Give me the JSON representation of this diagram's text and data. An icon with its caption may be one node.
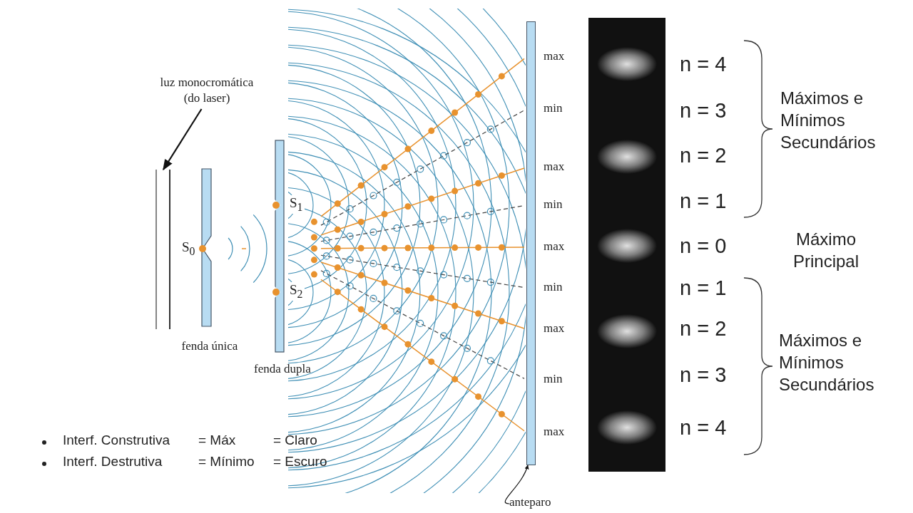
{
  "diagram": {
    "nodes": [
      {
        "text": [
          "luz monocromática (do laser)"
        ]
      },
      {
        "text": [],
        "shape": "bar"
      },
      {
        "text": [
          "S$_{0}$",
          "fenda única"
        ]
      },
      {
        "text": [
          "S$_{1}$",
          "S$_{2}$",
          "fenda dupla"
        ]
      },
      {
        "text": [
          "anteparo"
        ]
      },
      {
        "text": [],
        "shape": "bar"
      }
    ],
    "edges": [
      {
        "from": 0,
        "to": 1,
        "arrow": "to"
      },
      {
        "from": 4,
        "to": 5,
        "arrow": "to"
      }
    ],
    "labels": [
      "max",
      "min",
      "max",
      "min",
      "max",
      "min",
      "max",
      "min",
      "max",
      "n = 4",
      "n = 3",
      "n = 2",
      "n = 1",
      "n = 0",
      "n = 1",
      "n = 2",
      "n = 3",
      "n = 4",
      "Máximos e Mínimos Secundários",
      "Máximo Principal",
      "Máximos e Mínimos Secundários",
      "Interf. Construtiva",
      "= Máx",
      "= Claro",
      "Interf. Destrutiva",
      "= Mínimo",
      "= Escuro"
    ]
  }
}
